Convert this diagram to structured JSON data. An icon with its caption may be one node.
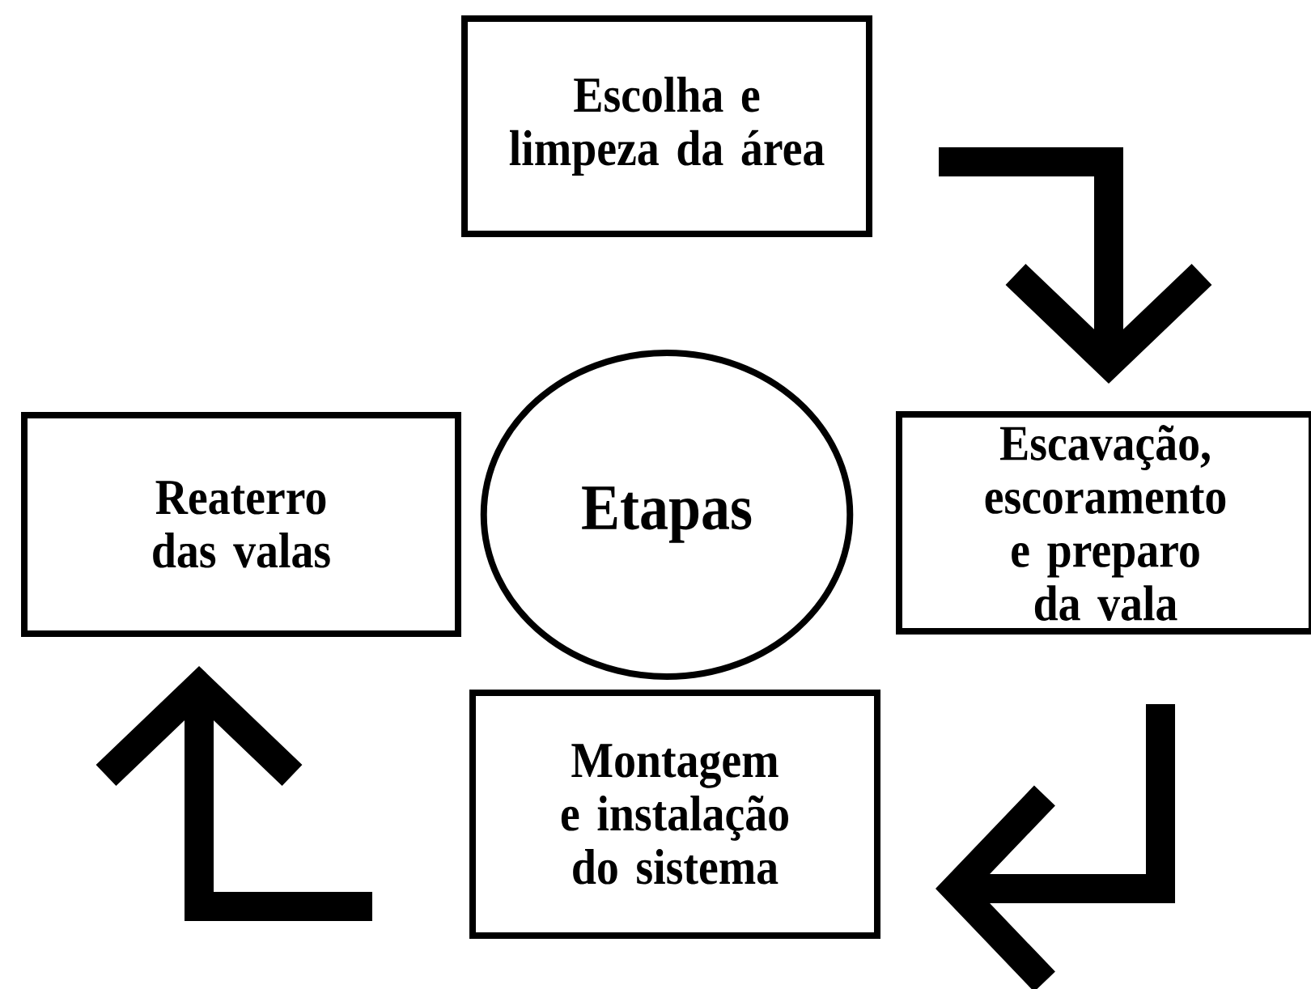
{
  "diagram": {
    "nodes": [
      {
        "text": [
          "Escolha e limpeza da área"
        ]
      },
      {
        "text": [
          "Escavação, escoramento e preparo da vala"
        ]
      },
      {
        "text": [
          "Montagem e instalação do sistema"
        ]
      },
      {
        "text": [
          "Reaterro das valas"
        ]
      },
      {
        "text": [
          "Etapas"
        ]
      }
    ],
    "edges": [
      {
        "from": 0,
        "to": 1,
        "arrow": "to"
      },
      {
        "from": 1,
        "to": 2,
        "arrow": "to"
      },
      {
        "from": 2,
        "to": 3,
        "arrow": "to"
      }
    ]
  }
}
